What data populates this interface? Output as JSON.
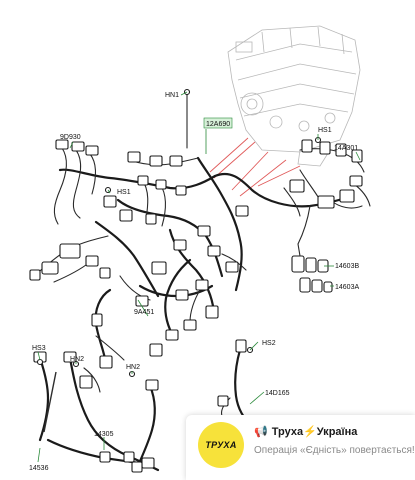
{
  "diagram": {
    "callouts": {
      "hn1": "HN1",
      "c12a690": "12A690",
      "hs1_right": "HS1",
      "c14a301": "14A301",
      "c9d930": "9D930",
      "hs1_left": "HS1",
      "c14603b": "14603B",
      "c14603a": "14603A",
      "c9a451": "9A451",
      "hs2": "HS2",
      "hs3": "HS3",
      "hn2_left": "HN2",
      "hn2_mid": "HN2",
      "c14d165": "14D165",
      "c14305": "14305",
      "c14536": "14536"
    },
    "colors": {
      "leader": "#2a8a3a",
      "pointer": "#e05a5a",
      "highlight_box": "#d7f0d9",
      "engine_outline": "#b8b8b8"
    }
  },
  "notification": {
    "logo_text": "ТРУХА",
    "megaphone_icon": "📢",
    "title": "Труха⚡Україна",
    "body": "Операція «Єдність» повертається! Мстимося окупа..."
  }
}
